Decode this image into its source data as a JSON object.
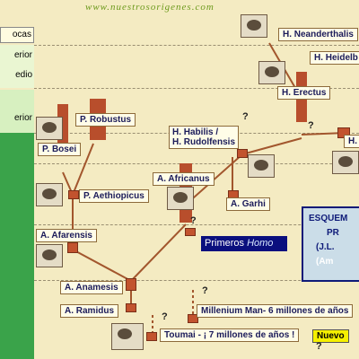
{
  "site": "www.nuestrosorigenes.com",
  "eras": [
    "ocas",
    "erior",
    "edio",
    "erior"
  ],
  "labels": {
    "neanderthal": "H. Neanderthalis",
    "heidelberg": "H. Heidelb",
    "erectus": "H. Erectus",
    "h_cut": "H.",
    "robustus": "P. Robustus",
    "bosei": "P. Bosei",
    "habilis_1": "H. Habilis /",
    "habilis_2": "H. Rudolfensis",
    "africanus": "A. Africanus",
    "garhi": "A. Garhi",
    "aethiopicus": "P. Aethiopicus",
    "afarensis": "A. Afarensis",
    "anamesis": "A. Anamesis",
    "ramidus": "A. Ramidus",
    "millenium": "Millenium Man- 6 millones de años",
    "toumai": "Toumai - ¡ 7 millones de años !",
    "nuevo": "Nuevo",
    "primeros": "Primeros",
    "homo": "Homo"
  },
  "panel": {
    "line1": "ESQUEM",
    "line2": "PR",
    "line3": "(J.L.",
    "line4": "(Am"
  },
  "question_mark": "?",
  "colors": {
    "background": "#f4ebc2",
    "accent": "#b84e2c",
    "link": "#6d9a1d",
    "badge": "#0a0f7e"
  }
}
